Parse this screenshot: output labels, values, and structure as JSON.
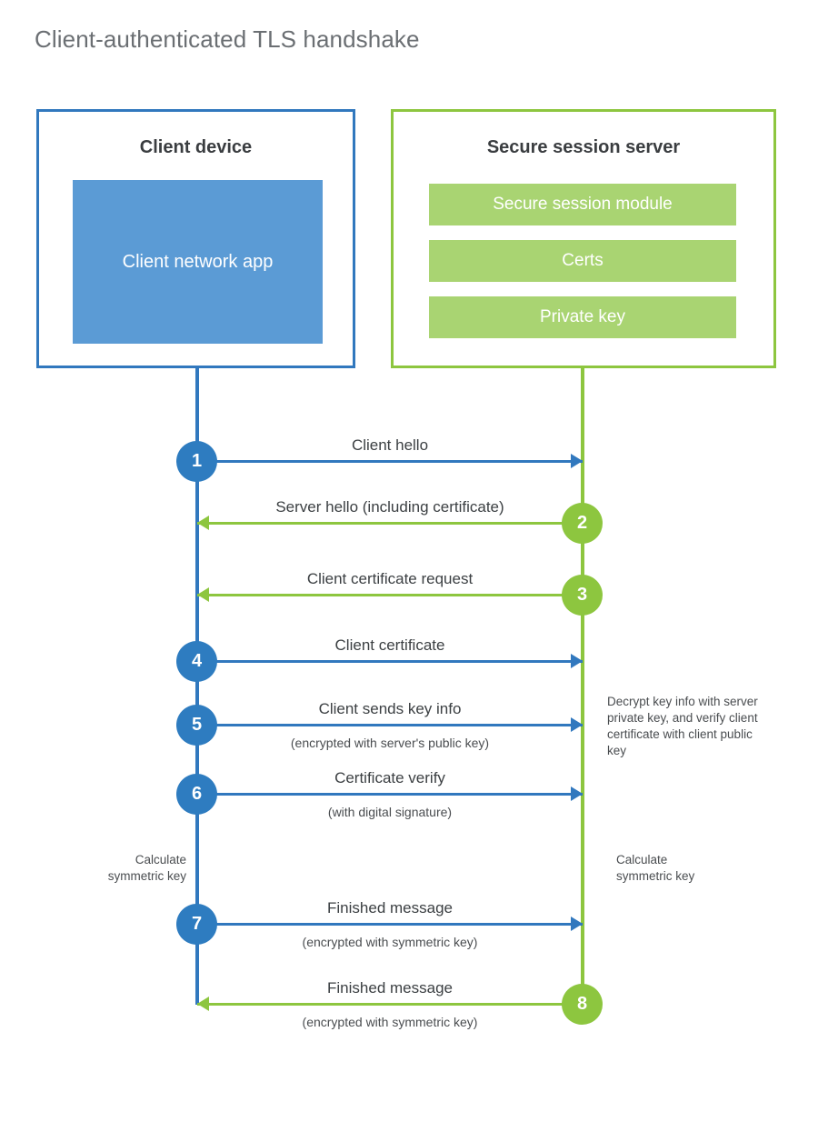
{
  "title": "Client-authenticated TLS handshake",
  "colors": {
    "client_accent": "#3178be",
    "client_fill": "#5b9bd5",
    "client_circle": "#2e7cc0",
    "server_accent": "#8dc63f",
    "server_fill": "#a9d472",
    "title_text": "#6b6f73",
    "body_text": "#3c4043"
  },
  "client": {
    "title": "Client device",
    "app_label": "Client network app"
  },
  "server": {
    "title": "Secure session server",
    "modules": [
      {
        "label": "Secure session module"
      },
      {
        "label": "Certs"
      },
      {
        "label": "Private key"
      }
    ]
  },
  "messages": [
    {
      "number": "1",
      "label": "Client hello",
      "sublabel": "",
      "direction": "client-to-server",
      "color": "blue"
    },
    {
      "number": "2",
      "label": "Server hello (including certificate)",
      "sublabel": "",
      "direction": "server-to-client",
      "color": "green"
    },
    {
      "number": "3",
      "label": "Client certificate request",
      "sublabel": "",
      "direction": "server-to-client",
      "color": "green"
    },
    {
      "number": "4",
      "label": "Client certificate",
      "sublabel": "",
      "direction": "client-to-server",
      "color": "blue"
    },
    {
      "number": "5",
      "label": "Client sends key info",
      "sublabel": "(encrypted with server's public key)",
      "direction": "client-to-server",
      "color": "blue"
    },
    {
      "number": "6",
      "label": "Certificate verify",
      "sublabel": "(with digital signature)",
      "direction": "client-to-server",
      "color": "blue"
    },
    {
      "number": "7",
      "label": "Finished message",
      "sublabel": "(encrypted with symmetric key)",
      "direction": "client-to-server",
      "color": "blue"
    },
    {
      "number": "8",
      "label": "Finished message",
      "sublabel": "(encrypted with symmetric key)",
      "direction": "server-to-client",
      "color": "green"
    }
  ],
  "notes": {
    "client_calculate": "Calculate\nsymmetric key",
    "server_decrypt": "Decrypt key info with server private key, and verify client certificate with client public key",
    "server_calculate": "Calculate\nsymmetric key"
  }
}
